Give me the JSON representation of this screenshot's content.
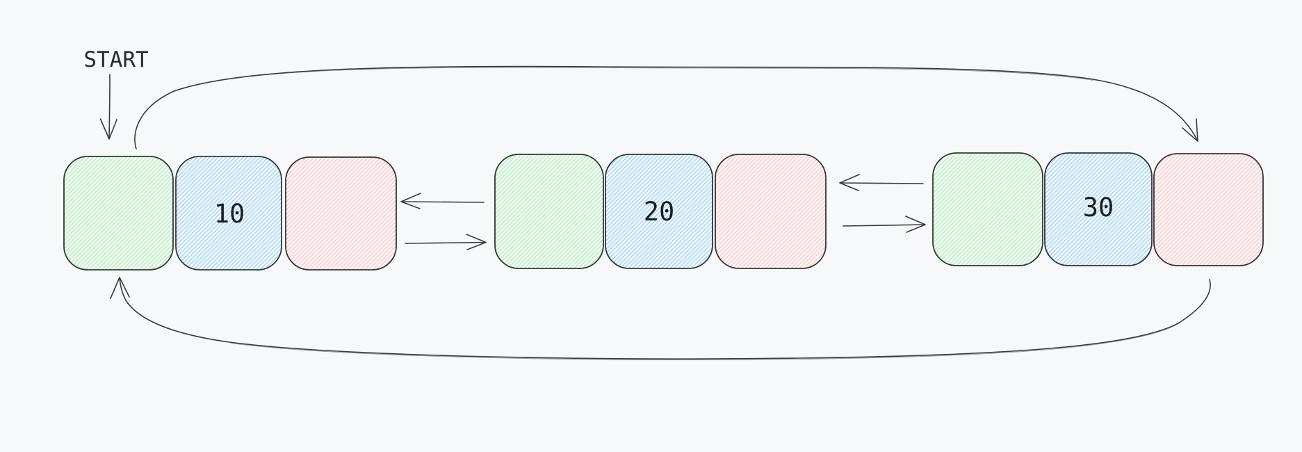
{
  "diagram": {
    "start_label": "START",
    "background_color": "#f7f8fa",
    "outline_color": "#343434",
    "arrow_color": "#3a3a3a",
    "text_color": "#1e1e1e",
    "cell_colors": {
      "prev_pointer": "#b2f2bb",
      "data": "#a5d8ff",
      "next_pointer": "#ffc9c9"
    },
    "nodes": [
      {
        "value": "10"
      },
      {
        "value": "20"
      },
      {
        "value": "30"
      }
    ]
  }
}
